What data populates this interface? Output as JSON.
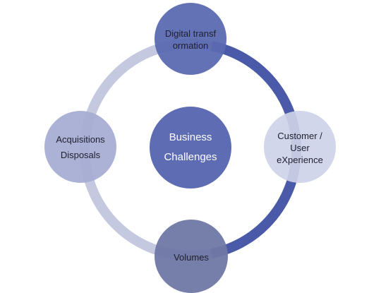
{
  "diagram": {
    "center": {
      "line1": "Business",
      "line2": "Challenges"
    },
    "nodes": {
      "top": {
        "label": "Digital transformation"
      },
      "right": {
        "line1": "Customer /",
        "line2": "User",
        "line3": "eXperience"
      },
      "left": {
        "line1": "Acquisitions",
        "line2": "Disposals"
      },
      "bottom": {
        "label": "Volumes"
      }
    }
  },
  "colors": {
    "ring_light": "#c4c9e0",
    "ring_dark": "#4a5aa8",
    "center_fill": "#5e6cb4",
    "top_fill": "#5b69b1",
    "right_fill": "#cdd2e8",
    "left_fill": "#a5abd2",
    "bottom_fill": "#6f78a4"
  }
}
